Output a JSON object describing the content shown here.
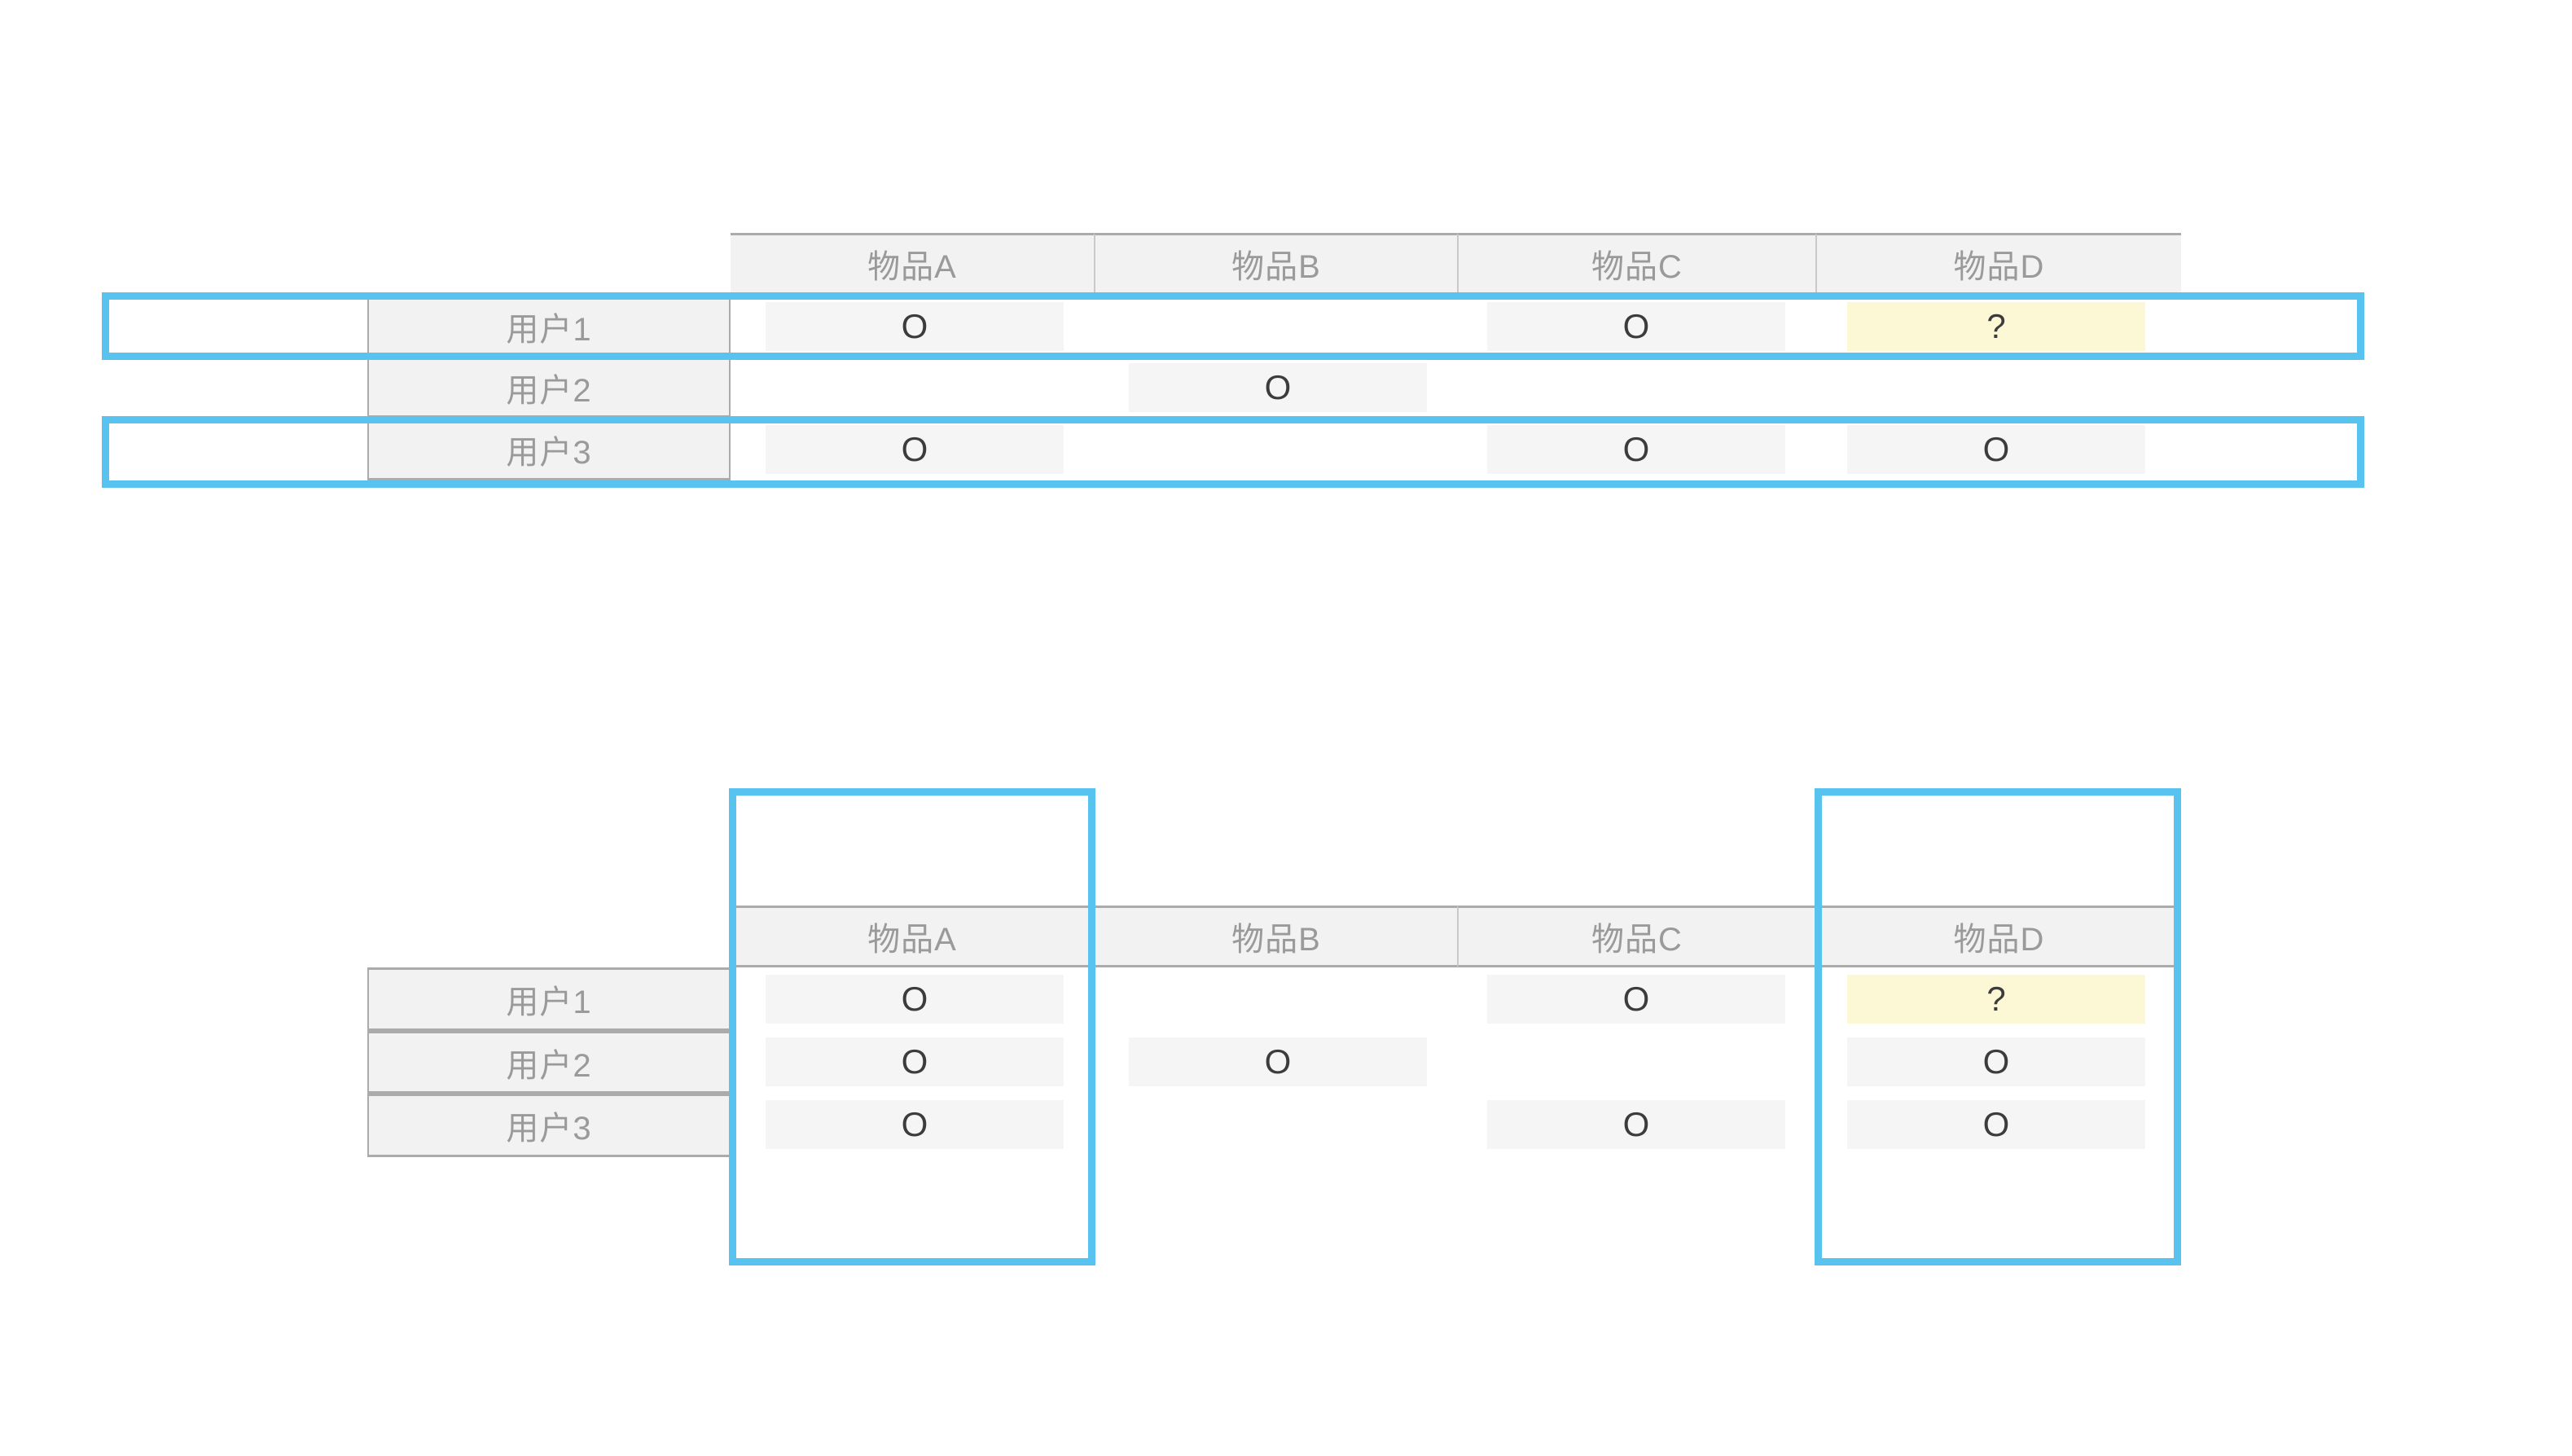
{
  "colors": {
    "highlight_frame": "#57C3EE",
    "query_cell_bg": "#FCF7D4",
    "filled_cell_bg": "#F5F5F5",
    "header_bg": "#F2F2F2",
    "header_text": "#9A9A9A",
    "mark_text": "#3C3C3C"
  },
  "glyphs": {
    "rated": "O",
    "unknown": "?"
  },
  "top_matrix": {
    "column_headers": [
      "物品A",
      "物品B",
      "物品C",
      "物品D"
    ],
    "row_headers": [
      "用户1",
      "用户2",
      "用户3"
    ],
    "rows": [
      {
        "label": "用户1",
        "cells": [
          "O",
          "",
          "O",
          "?"
        ]
      },
      {
        "label": "用户2",
        "cells": [
          "",
          "O",
          "",
          ""
        ]
      },
      {
        "label": "用户3",
        "cells": [
          "O",
          "",
          "O",
          "O"
        ]
      }
    ],
    "highlighted_rows": [
      "用户1",
      "用户3"
    ]
  },
  "bottom_matrix": {
    "column_headers": [
      "物品A",
      "物品B",
      "物品C",
      "物品D"
    ],
    "row_headers": [
      "用户1",
      "用户2",
      "用户3"
    ],
    "rows": [
      {
        "label": "用户1",
        "cells": [
          "O",
          "",
          "O",
          "?"
        ]
      },
      {
        "label": "用户2",
        "cells": [
          "O",
          "O",
          "",
          "O"
        ]
      },
      {
        "label": "用户3",
        "cells": [
          "O",
          "",
          "O",
          "O"
        ]
      }
    ],
    "highlighted_columns": [
      "物品A",
      "物品D"
    ]
  }
}
